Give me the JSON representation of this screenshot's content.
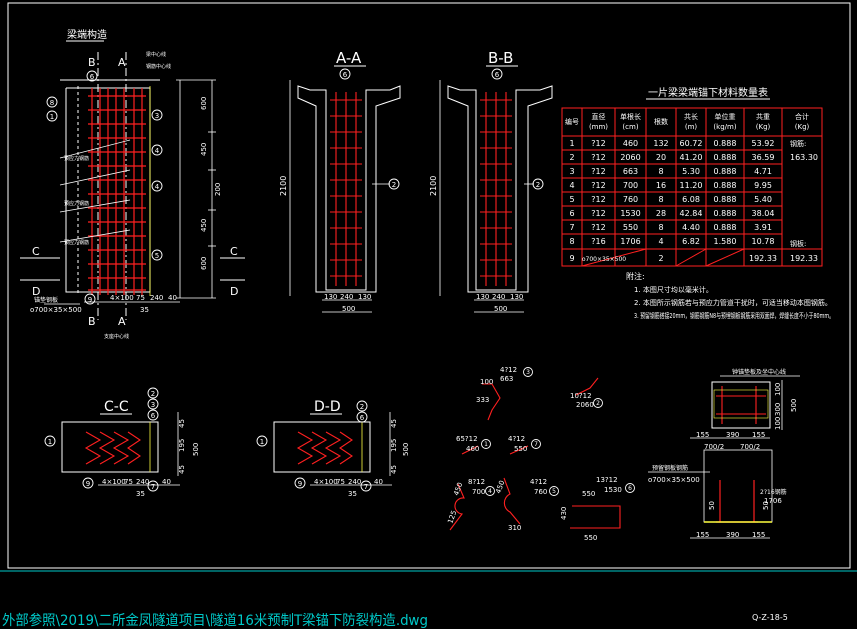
{
  "drawing": {
    "section_title": "梁端构造",
    "aa_title": "A-A",
    "bb_title": "B-B",
    "cc_title": "C-C",
    "dd_title": "D-D",
    "cut_b": "B",
    "cut_a": "A",
    "cut_c": "C",
    "cut_d": "D",
    "callouts": [
      "1",
      "2",
      "3",
      "4",
      "5",
      "6",
      "7",
      "8",
      "9"
    ],
    "front_dims_right": [
      "600",
      "450",
      "200",
      "450",
      "600"
    ],
    "front_dims_bottom": [
      "4×100",
      "75",
      "240",
      "40"
    ],
    "front_dim_total": "35",
    "front_notes": [
      "梁中心线",
      "钢筋中心线",
      "预应力钢筋",
      "预应力钢筋",
      "预应力钢筋"
    ],
    "front_plate_label": "锚垫钢板",
    "front_plate_size": "o700×35×500",
    "front_bottom_note": "支座中心线",
    "aa_height": "2100",
    "aa_bottom_dims": [
      "130",
      "240",
      "130"
    ],
    "aa_width": "500",
    "bb_height": "2100",
    "bb_bottom_dims": [
      "130",
      "240",
      "130"
    ],
    "bb_width": "500",
    "side_dims": [
      "45",
      "195",
      "45"
    ],
    "side_total": "500",
    "cc_bottom_dims": [
      "4×100",
      "75",
      "240",
      "40"
    ],
    "cc_total": "35",
    "dd_bottom_dims": [
      "4×100",
      "75",
      "240",
      "40"
    ],
    "dd_total": "35"
  },
  "table": {
    "title": "一片梁梁端锚下材料数量表",
    "headers": [
      "编号",
      "直径 (mm)",
      "单根长 (cm)",
      "根数",
      "共长 (m)",
      "单位重 (kg/m)",
      "共重 (Kg)",
      "合计 (Kg)"
    ],
    "rows": [
      [
        "1",
        "?12",
        "460",
        "132",
        "60.72",
        "0.888",
        "53.92"
      ],
      [
        "2",
        "?12",
        "2060",
        "20",
        "41.20",
        "0.888",
        "36.59"
      ],
      [
        "3",
        "?12",
        "663",
        "8",
        "5.30",
        "0.888",
        "4.71"
      ],
      [
        "4",
        "?12",
        "700",
        "16",
        "11.20",
        "0.888",
        "9.95"
      ],
      [
        "5",
        "?12",
        "760",
        "8",
        "6.08",
        "0.888",
        "5.40"
      ],
      [
        "6",
        "?12",
        "1530",
        "28",
        "42.84",
        "0.888",
        "38.04"
      ],
      [
        "7",
        "?12",
        "550",
        "8",
        "4.40",
        "0.888",
        "3.91"
      ],
      [
        "8",
        "?16",
        "1706",
        "4",
        "6.82",
        "1.580",
        "10.78"
      ],
      [
        "9",
        "o700×35×500",
        "",
        "2",
        "",
        "",
        "192.33"
      ]
    ],
    "total_label_1": "钢筋:",
    "total_value_1": "163.30",
    "total_label_2": "钢板:",
    "total_value_2": "192.33"
  },
  "notes": {
    "heading": "附注:",
    "items": [
      "1. 本图尺寸均以毫米计。",
      "2. 本图所示钢筋若与预应力管道干扰时，可适当移动本图钢筋。",
      "3. 预留钢筋搭接20mm，钢筋钢筋N8与预埋钢板钢筋采用双面焊，焊缝长度不小于80mm。"
    ]
  },
  "details": {
    "d3": {
      "label": "4?12",
      "len": "663",
      "dims": [
        "100",
        "333"
      ]
    },
    "d2": {
      "label": "10?12",
      "len": "2060"
    },
    "d1": {
      "label": "65?12",
      "len": "460"
    },
    "d7": {
      "label": "4?12",
      "len": "550"
    },
    "d4": {
      "label": "8?12",
      "len": "700",
      "dims": [
        "450",
        "125"
      ]
    },
    "d5": {
      "label": "4?12",
      "len": "760",
      "dims": [
        "450",
        "310"
      ]
    },
    "d6": {
      "label": "13?12",
      "len": "1530",
      "dims": [
        "550",
        "430",
        "550"
      ]
    },
    "plate_title": "钟锚垫板及坐中心线",
    "plate_dims_right": [
      "100",
      "300",
      "100",
      "500"
    ],
    "plate_dims_top": [
      "155",
      "390",
      "155"
    ],
    "plate_dims_half": [
      "700/2",
      "700/2"
    ],
    "plate_label": "预留钢板钢筋",
    "plate_size": "o700×35×500",
    "plate_bar": "2?16钢筋",
    "plate_bar_len": "1706",
    "plate_bottom_dims": [
      "155",
      "390",
      "155"
    ],
    "plate_side": [
      "50",
      "50"
    ]
  },
  "footer": {
    "path": "外部参照\\2019\\二所金凤隧道项目\\隧道16米预制T梁锚下防裂构造.dwg",
    "sheet": "Q-Z-18-5"
  }
}
